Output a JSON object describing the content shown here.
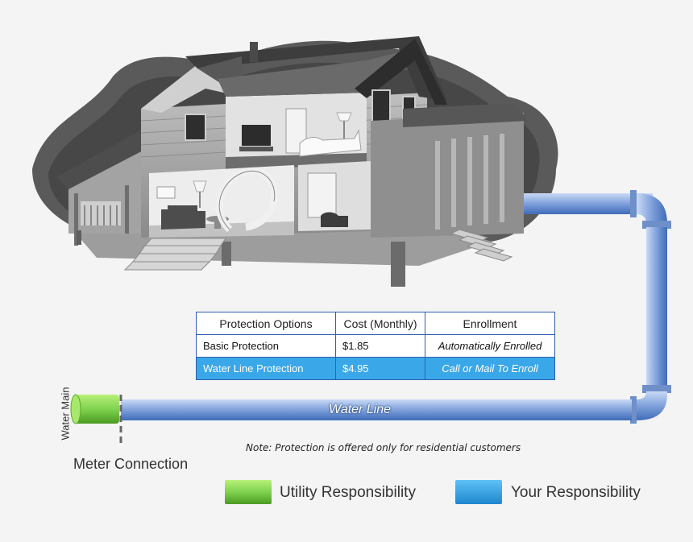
{
  "table": {
    "headers": [
      "Protection Options",
      "Cost (Monthly)",
      "Enrollment"
    ],
    "rows": [
      {
        "option": "Basic Protection",
        "cost": "$1.85",
        "enrollment": "Automatically Enrolled"
      },
      {
        "option": "Water Line Protection",
        "cost": "$4.95",
        "enrollment": "Call or Mail To Enroll"
      }
    ]
  },
  "labels": {
    "water_main": "Water Main",
    "water_line": "Water Line",
    "meter_connection": "Meter Connection",
    "note": "Note: Protection is offered only for residential customers"
  },
  "legend": [
    {
      "label": "Utility Responsibility",
      "color": "#7fd24e"
    },
    {
      "label": "Your Responsibility",
      "color": "#3aa7e8"
    }
  ],
  "colors": {
    "pipe": "#7fa0d8",
    "highlight_row": "#3aa7e8",
    "table_border": "#2f5fb0"
  },
  "icons": [
    "house-illustration",
    "water-pipe",
    "meter-dash"
  ]
}
